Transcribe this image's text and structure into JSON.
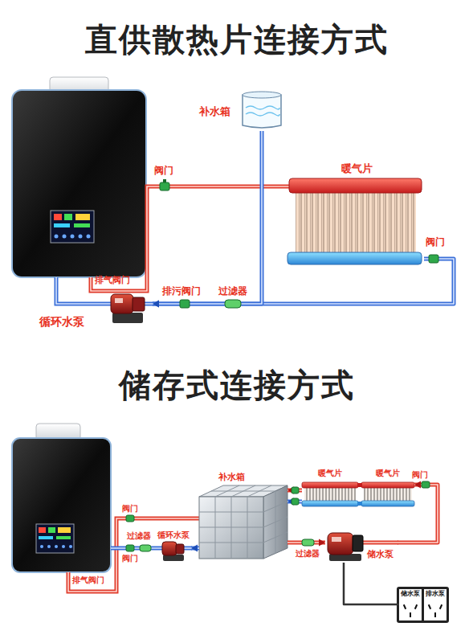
{
  "diagram": {
    "title": "直供散热片连接方式",
    "nodes": [
      {
        "text": [
          "补水箱"
        ]
      },
      {
        "text": [
          "暖气片"
        ]
      },
      {
        "text": [
          "循环水泵"
        ]
      },
      {
        "text": [
          "暖气片"
        ]
      },
      {
        "text": [
          "暖气片"
        ]
      },
      {
        "text": [
          "补水箱"
        ]
      },
      {
        "text": [
          "循环水泵"
        ]
      },
      {
        "text": [
          "储水泵"
        ]
      },
      {
        "text": [
          "储水泵"
        ]
      },
      {
        "text": [
          "排水泵"
        ]
      }
    ],
    "edges": [
      {
        "from": 1,
        "to": 2,
        "arrow": "to"
      },
      {
        "from": 0,
        "to": 2,
        "arrow": "to"
      },
      {
        "from": 5,
        "to": 6,
        "arrow": "to"
      },
      {
        "from": 3,
        "to": 5,
        "arrow": "to"
      },
      {
        "from": 3,
        "to": 5,
        "arrow": "to"
      },
      {
        "from": 5,
        "to": 7,
        "arrow": "to"
      },
      {
        "from": 7,
        "to": 4,
        "arrow": "to"
      },
      {
        "from": 7,
        "to": 8,
        "arrow": "none"
      }
    ],
    "labels": [
      "阀门",
      "阀门",
      "排气阀门",
      "排污阀门",
      "过滤器",
      "储存式连接方式",
      "阀门",
      "阀门",
      "过滤器",
      "阀门",
      "过滤器",
      "排气阀门"
    ]
  }
}
